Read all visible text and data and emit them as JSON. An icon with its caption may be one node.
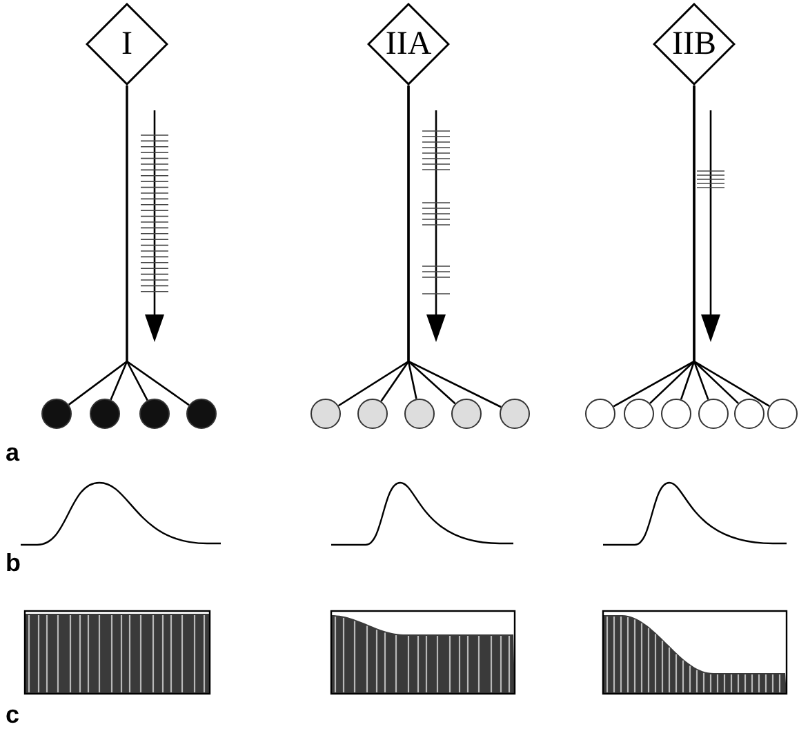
{
  "diagram": {
    "nodes": [
      {
        "text": [
          "I"
        ]
      },
      {
        "text": [
          "IIA"
        ]
      },
      {
        "text": [
          "IIB"
        ]
      },
      {
        "text": [],
        "shape": "circle"
      },
      {
        "text": [],
        "shape": "circle"
      },
      {
        "text": [],
        "shape": "circle"
      },
      {
        "text": [],
        "shape": "circle"
      },
      {
        "text": [],
        "shape": "circle"
      },
      {
        "text": [],
        "shape": "circle"
      },
      {
        "text": [],
        "shape": "circle"
      },
      {
        "text": [],
        "shape": "circle"
      },
      {
        "text": [],
        "shape": "circle"
      },
      {
        "text": [],
        "shape": "circle"
      },
      {
        "text": [],
        "shape": "circle"
      },
      {
        "text": [],
        "shape": "circle"
      },
      {
        "text": [],
        "shape": "circle"
      },
      {
        "text": [],
        "shape": "circle"
      },
      {
        "text": [],
        "shape": "circle"
      }
    ],
    "edges": [
      {
        "from": 0,
        "to": 3,
        "arrow": "none"
      },
      {
        "from": 0,
        "to": 4,
        "arrow": "none"
      },
      {
        "from": 0,
        "to": 5,
        "arrow": "none"
      },
      {
        "from": 0,
        "to": 6,
        "arrow": "none"
      },
      {
        "from": 1,
        "to": 7,
        "arrow": "none"
      },
      {
        "from": 1,
        "to": 8,
        "arrow": "none"
      },
      {
        "from": 1,
        "to": 9,
        "arrow": "none"
      },
      {
        "from": 1,
        "to": 10,
        "arrow": "none"
      },
      {
        "from": 1,
        "to": 11,
        "arrow": "none"
      },
      {
        "from": 2,
        "to": 12,
        "arrow": "none"
      },
      {
        "from": 2,
        "to": 13,
        "arrow": "none"
      },
      {
        "from": 2,
        "to": 14,
        "arrow": "none"
      },
      {
        "from": 2,
        "to": 15,
        "arrow": "none"
      },
      {
        "from": 2,
        "to": 16,
        "arrow": "none"
      },
      {
        "from": 2,
        "to": 17,
        "arrow": "none"
      }
    ],
    "labels": [
      "a",
      "b",
      "c"
    ]
  }
}
